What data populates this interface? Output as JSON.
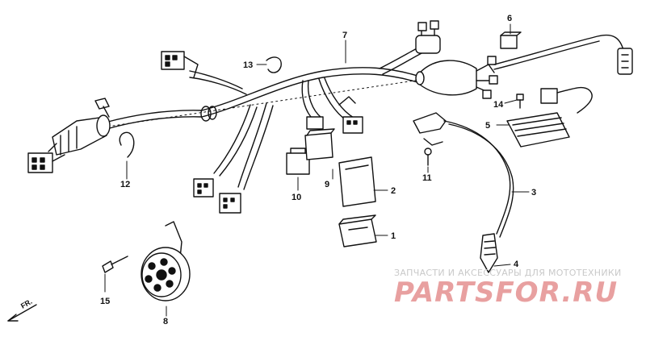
{
  "callouts": {
    "n1": "1",
    "n2": "2",
    "n3": "3",
    "n4": "4",
    "n5": "5",
    "n6": "6",
    "n7": "7",
    "n8": "8",
    "n9": "9",
    "n10": "10",
    "n11": "11",
    "n12": "12",
    "n13": "13",
    "n14": "14",
    "n15": "15"
  },
  "direction_label": "FR.",
  "watermark": {
    "caption": "ЗАПЧАСТИ И АКСЕССУАРЫ ДЛЯ МОТОТЕХНИКИ",
    "brand": "PARTSFOR.RU"
  }
}
